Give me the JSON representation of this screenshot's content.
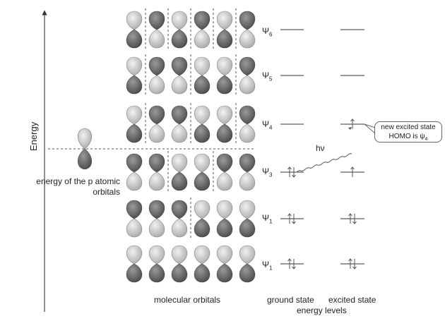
{
  "axis": {
    "label": "Energy"
  },
  "p_orbital_label": "energy of the p atomic orbitals",
  "mo_label": "molecular orbitals",
  "states": {
    "ground": "ground state",
    "excited": "excited state",
    "energy_levels": "energy levels"
  },
  "psi_symbol": "Ψ",
  "levels": [
    {
      "label_sub": "6",
      "ground_electrons": 0,
      "excited_electrons": 0,
      "lobe_count": 6
    },
    {
      "label_sub": "5",
      "ground_electrons": 0,
      "excited_electrons": 0,
      "lobe_count": 6
    },
    {
      "label_sub": "4",
      "ground_electrons": 0,
      "excited_electrons": 1,
      "lobe_count": 6
    },
    {
      "label_sub": "3",
      "ground_electrons": 2,
      "excited_electrons": 1,
      "lobe_count": 6
    },
    {
      "label_sub": "1",
      "ground_electrons": 2,
      "excited_electrons": 2,
      "lobe_count": 6
    },
    {
      "label_sub": "1",
      "ground_electrons": 2,
      "excited_electrons": 2,
      "lobe_count": 6
    }
  ],
  "photon": {
    "label": "hν"
  },
  "callout": {
    "line1": "new excited state",
    "line2_prefix": "HOMO is ψ",
    "line2_sub": "4"
  },
  "colors": {
    "lobe_light": "#c9c9c9",
    "lobe_dark": "#6f6f6f",
    "line": "#333333",
    "dash": "#555555"
  }
}
